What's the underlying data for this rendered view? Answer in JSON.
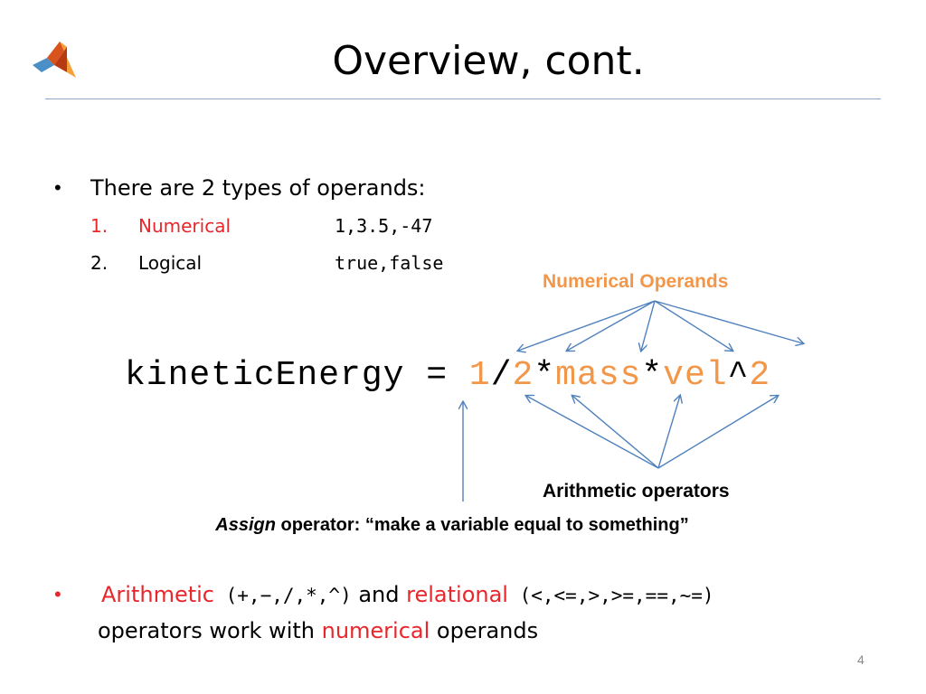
{
  "slide": {
    "title": "Overview, cont.",
    "page_number": "4"
  },
  "bullet1": {
    "marker": "•",
    "text": "There are 2 types of operands:",
    "items": [
      {
        "num": "1.",
        "label": "Numerical",
        "examples": [
          "1",
          ",",
          "3.5",
          ",",
          "-47"
        ]
      },
      {
        "num": "2.",
        "label": "Logical",
        "examples": [
          "true",
          ",",
          "false"
        ]
      }
    ]
  },
  "equation": {
    "lhs": "kineticEnergy",
    "eq": " = ",
    "t1": "1",
    "op1": "/",
    "t2": "2",
    "op2": "*",
    "t3": "mass",
    "op3": "*",
    "t4": "vel",
    "op4": "^",
    "t5": "2"
  },
  "annotations": {
    "numerical_operands": "Numerical Operands",
    "arithmetic_operators": "Arithmetic operators",
    "assign_word": "Assign",
    "assign_rest": " operator: “make a variable equal to something”"
  },
  "bullet2": {
    "marker": "•",
    "arithmetic": "Arithmetic",
    "arith_ops": " (+,−,/,*,^)",
    "and": " and ",
    "relational": "relational",
    "rel_ops": " (<,<=,>,>=,==,~=)",
    "line2_a": "operators work with ",
    "numerical": "numerical",
    "line2_b": " operands"
  },
  "colors": {
    "red": "#e8262b",
    "orange": "#f2974a",
    "arrow_blue": "#4f81bd",
    "rule": "#8fa8c8"
  },
  "icons": {
    "logo": "matlab-logo-icon"
  }
}
